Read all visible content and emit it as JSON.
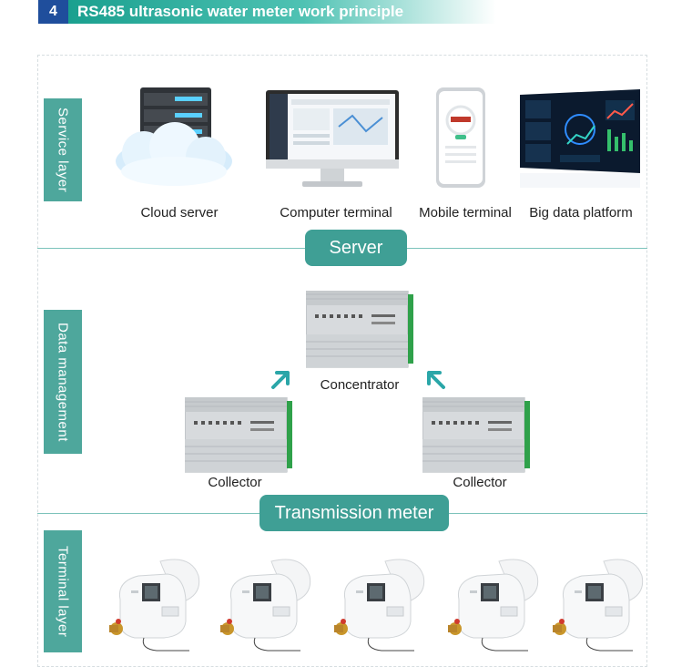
{
  "header": {
    "number": "4",
    "title": "RS485 ultrasonic water meter work principle"
  },
  "layers": {
    "service": "Service layer",
    "data": "Data management",
    "terminal": "Terminal layer"
  },
  "service_items": [
    {
      "label": "Cloud server",
      "icon": "cloud-server-icon"
    },
    {
      "label": "Computer terminal",
      "icon": "computer-monitor-icon"
    },
    {
      "label": "Mobile terminal",
      "icon": "smartphone-icon"
    },
    {
      "label": "Big data platform",
      "icon": "dashboard-screen-icon"
    }
  ],
  "bands": {
    "server": "Server",
    "transmission": "Transmission meter"
  },
  "devices": {
    "concentrator": "Concentrator",
    "collector_left": "Collector",
    "collector_right": "Collector"
  },
  "colors": {
    "accent": "#3f9f95",
    "header_blue": "#1f4e9c",
    "arrow": "#2aa6a8"
  }
}
